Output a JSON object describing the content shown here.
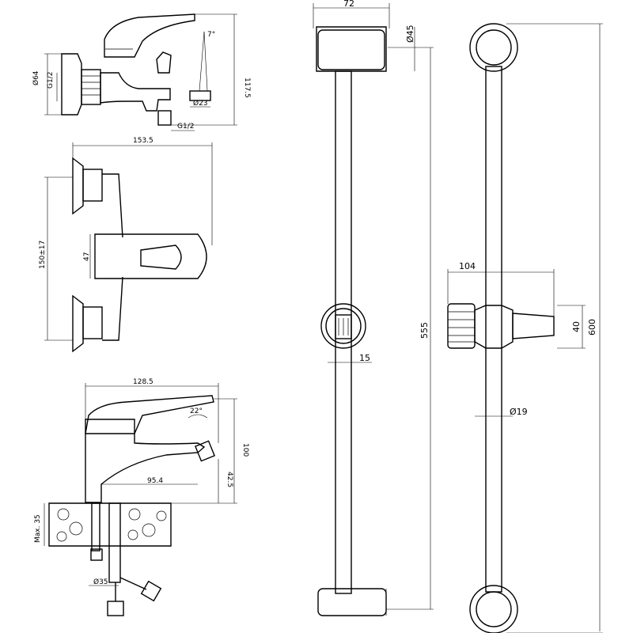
{
  "bath_mixer_side": {
    "d_flange": "Ø64",
    "thread_inlet": "G1/2",
    "angle": "7°",
    "d_spout": "Ø23",
    "thread_outlet": "G1/2",
    "height": "117.5"
  },
  "bath_mixer_top": {
    "width": "153.5",
    "centers": "150±17",
    "handle": "47"
  },
  "basin_mixer": {
    "width": "128.5",
    "angle": "22°",
    "height": "100",
    "reach": "95.4",
    "spout_height": "42.5",
    "max_counter": "Max. 35",
    "hole": "Ø35"
  },
  "rail_front": {
    "width": "72",
    "d_end": "Ø45",
    "length": "555",
    "holder_w": "15"
  },
  "rail_side": {
    "slider_w": "104",
    "slider_h": "40",
    "length": "600",
    "d_bar": "Ø19"
  }
}
